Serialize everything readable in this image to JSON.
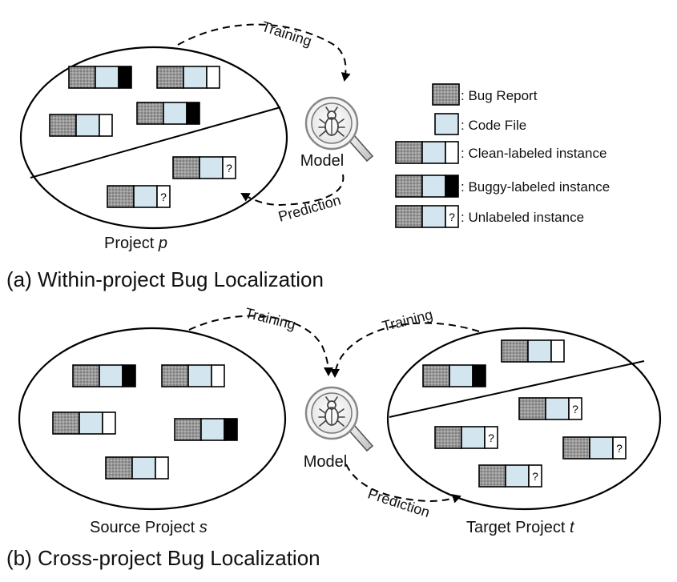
{
  "panel_a": {
    "caption": "(a) Within-project Bug Localization",
    "project_label_prefix": "Project ",
    "project_label_var": "p",
    "training_label": "Training",
    "prediction_label": "Prediction",
    "model_label": "Model",
    "upper_instances": [
      "buggy",
      "clean",
      "buggy",
      "clean"
    ],
    "lower_instances": [
      "unlabeled",
      "unlabeled"
    ]
  },
  "legend": {
    "items": [
      {
        "kind": "bug_report",
        "label": ": Bug Report"
      },
      {
        "kind": "code_file",
        "label": ": Code File"
      },
      {
        "kind": "clean",
        "label": ": Clean-labeled instance"
      },
      {
        "kind": "buggy",
        "label": ": Buggy-labeled instance"
      },
      {
        "kind": "unlabeled",
        "label": ": Unlabeled instance"
      }
    ],
    "unlabeled_mark": "?"
  },
  "panel_b": {
    "caption": "(b) Cross-project Bug Localization",
    "source_label_prefix": "Source Project ",
    "source_label_var": "s",
    "target_label_prefix": "Target Project ",
    "target_label_var": "t",
    "training_label_left": "Training",
    "training_label_right": "Training",
    "prediction_label": "Prediction",
    "model_label": "Model",
    "source_instances": [
      "buggy",
      "clean",
      "clean",
      "buggy",
      "clean"
    ],
    "target_labeled_instances": [
      "clean",
      "buggy"
    ],
    "target_unlabeled_instances": [
      "unlabeled",
      "unlabeled",
      "unlabeled",
      "unlabeled"
    ]
  },
  "colors": {
    "code_file": "#d3e5ee",
    "bug_report": "#8c8c8c",
    "buggy": "#000000",
    "clean": "#ffffff"
  },
  "icons": [
    "bug-magnifier-icon"
  ]
}
